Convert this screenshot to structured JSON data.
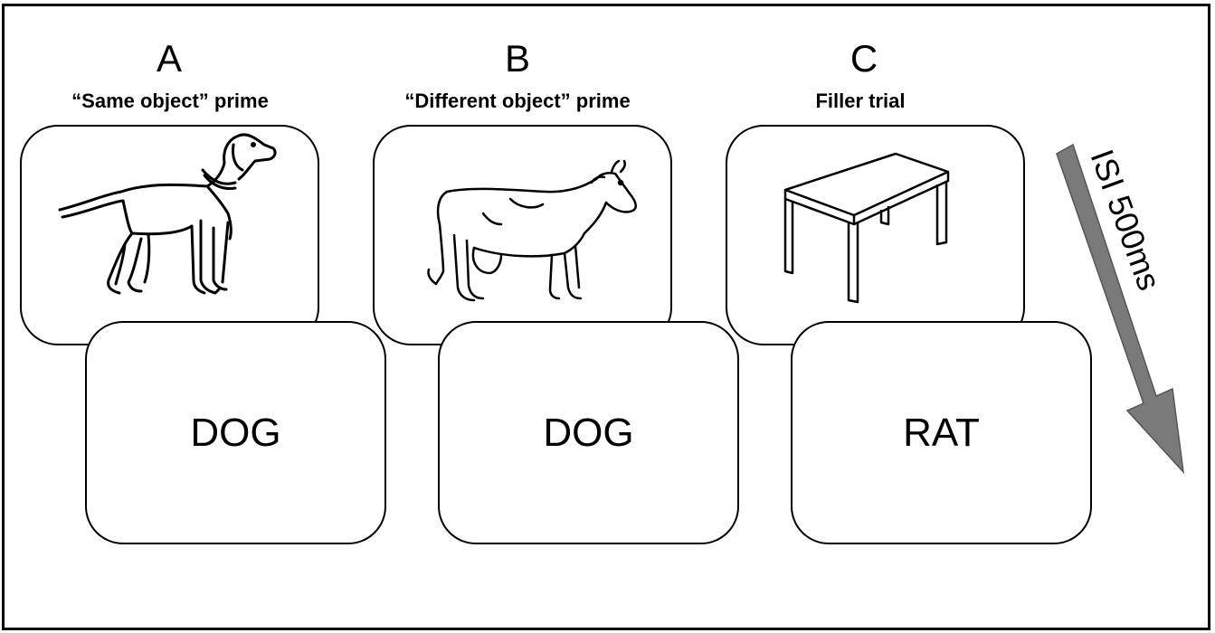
{
  "panels": [
    {
      "letter": "A",
      "title": "“Same object” prime",
      "picture": "dog-drawing",
      "word": "DOG"
    },
    {
      "letter": "B",
      "title": "“Different object” prime",
      "picture": "cow-drawing",
      "word": "DOG"
    },
    {
      "letter": "C",
      "title": "Filler trial",
      "picture": "table-drawing",
      "word": "RAT"
    }
  ],
  "timeline": {
    "label": "ISI 500ms",
    "arrow_color": "#7a7a7a"
  }
}
